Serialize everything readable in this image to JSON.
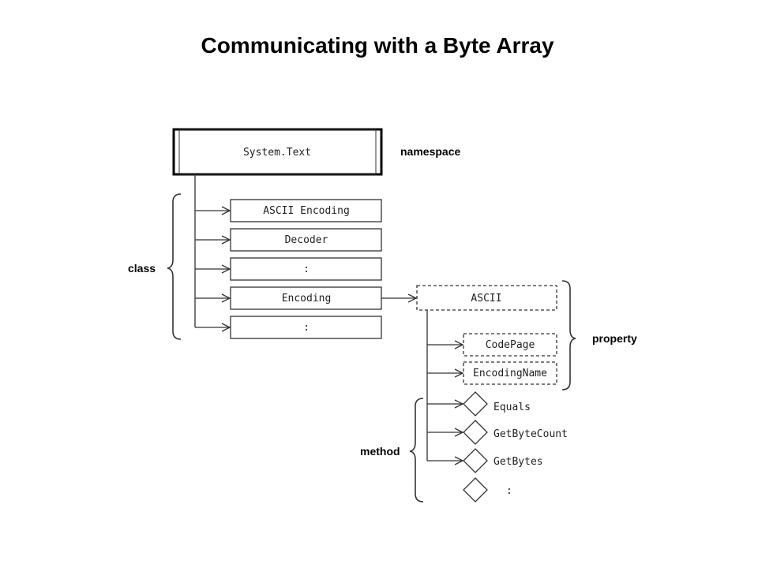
{
  "title": "Communicating with a Byte Array",
  "namespace": {
    "name": "System.Text",
    "label": "namespace"
  },
  "classes": {
    "label": "class",
    "items": [
      "ASCII Encoding",
      "Decoder",
      ":",
      "Encoding",
      ":"
    ]
  },
  "ascii_node": "ASCII",
  "properties": {
    "label": "property",
    "items": [
      "CodePage",
      "EncodingName"
    ]
  },
  "methods": {
    "label": "method",
    "items": [
      "Equals",
      "GetByteCount",
      "GetBytes",
      ":"
    ]
  }
}
